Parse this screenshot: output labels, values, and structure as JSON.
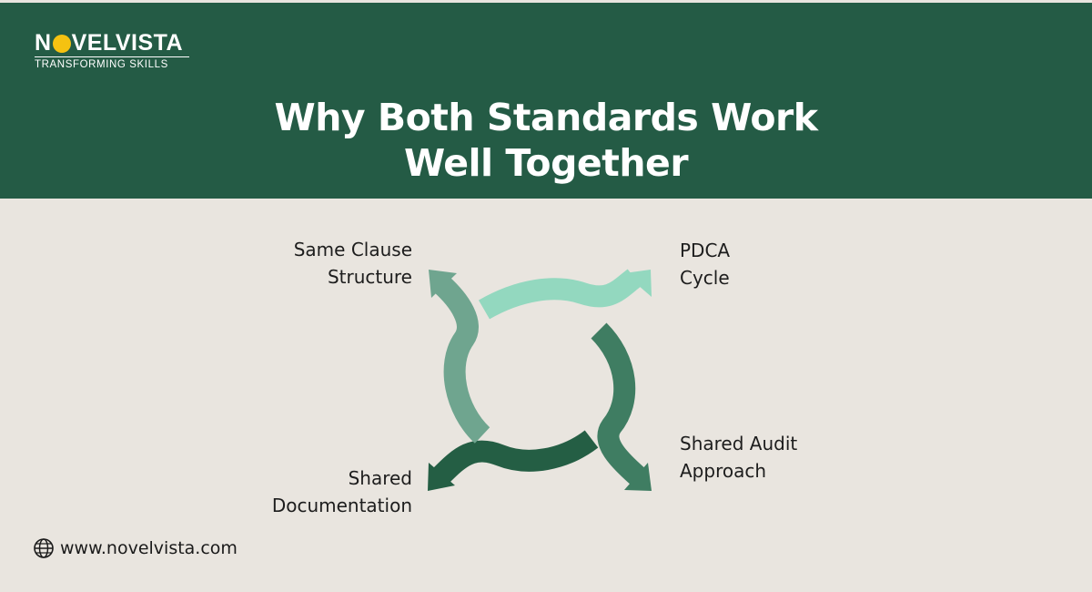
{
  "brand": {
    "name_prefix": "N",
    "name_suffix": "VELVISTA",
    "tagline": "TRANSFORMING SKILLS",
    "colors": {
      "header_bg": "#245b45",
      "page_bg": "#e9e5df",
      "logo_o": "#f5c211"
    }
  },
  "header": {
    "title_line1": "Why Both Standards Work",
    "title_line2": "Well Together"
  },
  "diagram": {
    "items": [
      {
        "id": "top-left",
        "line1": "Same Clause",
        "line2": "Structure",
        "arrow_color": "#6fa58f"
      },
      {
        "id": "top-right",
        "line1": "PDCA",
        "line2": "Cycle",
        "arrow_color": "#93d8bf"
      },
      {
        "id": "bottom-right",
        "line1": "Shared Audit",
        "line2": "Approach",
        "arrow_color": "#3f7d62"
      },
      {
        "id": "bottom-left",
        "line1": "Shared",
        "line2": "Documentation",
        "arrow_color": "#245e44"
      }
    ]
  },
  "footer": {
    "icon": "globe-icon",
    "website": "www.novelvista.com"
  }
}
